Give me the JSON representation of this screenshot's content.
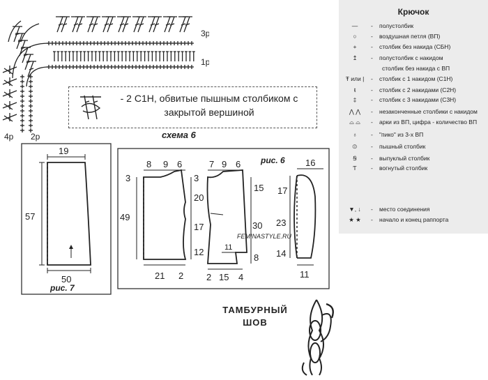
{
  "schema6": {
    "row_labels": [
      "3р",
      "1р"
    ],
    "col_labels": [
      "4р",
      "2р"
    ],
    "note": "- 2 С1Н, обвитые пышным столбиком с закрытой вершиной",
    "caption": "схема 6"
  },
  "fig7": {
    "top": "19",
    "height": "57",
    "bottom": "50",
    "caption": "рис. 7"
  },
  "fig6": {
    "caption": "рис. 6",
    "back": {
      "top": [
        "8",
        "9",
        "6"
      ],
      "left": [
        "3",
        "49"
      ],
      "right": [
        "3",
        "20",
        "17",
        "12"
      ],
      "bottom": [
        "21",
        "2"
      ]
    },
    "front": {
      "top": [
        "7",
        "9",
        "6"
      ],
      "right": [
        "15",
        "30",
        "8"
      ],
      "dart": "11",
      "bottom": [
        "2",
        "15",
        "4"
      ]
    },
    "sleeve": {
      "top": "16",
      "left": [
        "17",
        "23",
        "14"
      ],
      "bottom": "11"
    }
  },
  "watermark": "FEMINASTYLE.RU",
  "tambour": {
    "line1": "ТАМБУРНЫЙ",
    "line2": "ШОВ"
  },
  "legend": {
    "title": "Крючок",
    "items": [
      {
        "sym": "—",
        "text": "полустолбик"
      },
      {
        "sym": "○",
        "text": "воздушная петля (ВП)"
      },
      {
        "sym": "+",
        "text": "столбик без накида (СБН)"
      },
      {
        "sym": "↥",
        "text": "полустолбик с накидом"
      },
      {
        "sym": "",
        "text": "столбик без накида с ВП"
      },
      {
        "sym": "Ŧ или |",
        "text": "столбик с 1 накидом (С1Н)"
      },
      {
        "sym": "ŧ",
        "text": "столбик с 2 накидами (С2Н)"
      },
      {
        "sym": "‡",
        "text": "столбик с 3 накидами (С3Н)"
      },
      {
        "sym": "⋀ ⋀",
        "text": "незаконченные столбики с накидом"
      },
      {
        "sym": "⌓ ⌓",
        "text": "арки из ВП, цифра - количество ВП"
      },
      {
        "sym": "♁",
        "text": "\"пико\" из 3-х ВП"
      },
      {
        "sym": "⦶",
        "text": "пышный столбик"
      },
      {
        "sym": "Ꞩ",
        "text": "выпуклый столбик"
      },
      {
        "sym": "Ƭ",
        "text": "вогнутый столбик"
      },
      {
        "sym": "▼, ↓",
        "text": "место соединения"
      },
      {
        "sym": "★ ★",
        "text": "начало и конец раппорта"
      }
    ]
  }
}
